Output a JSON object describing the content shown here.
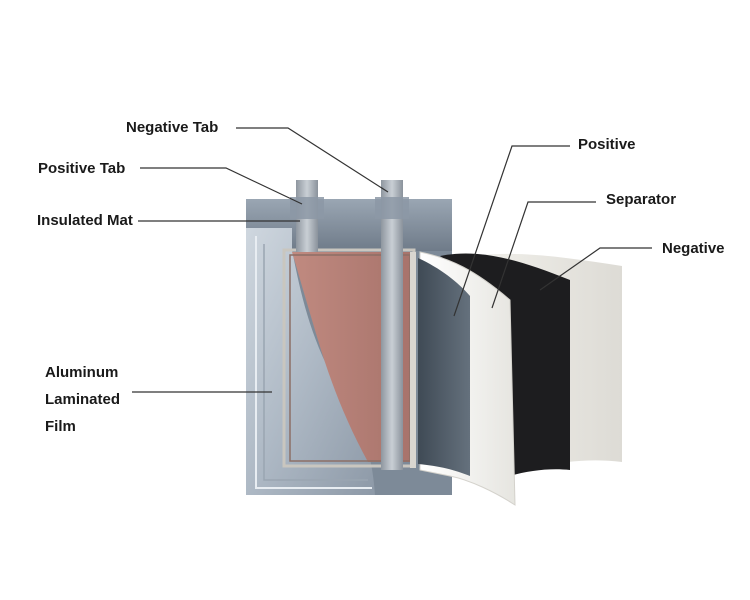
{
  "labels": {
    "negative_tab": "Negative Tab",
    "positive_tab": "Positive Tab",
    "insulated_mat": "Insulated Mat",
    "aluminum_laminated_film": [
      "Aluminum",
      "Laminated",
      "Film"
    ],
    "positive": "Positive",
    "separator": "Separator",
    "negative": "Negative"
  },
  "colors": {
    "label_text": "#1a1a1a",
    "leader_line": "#333333",
    "aluminum_film": "#b9c3cf",
    "case_dark": "#7d8a98",
    "tab_metal": "#a9b1ba",
    "positive_electrode_stack": "#b47c73",
    "positive_sheet": "#4f5b66",
    "separator_sheet": "#f4f3ef",
    "negative_sheet": "#1d1d1f"
  }
}
